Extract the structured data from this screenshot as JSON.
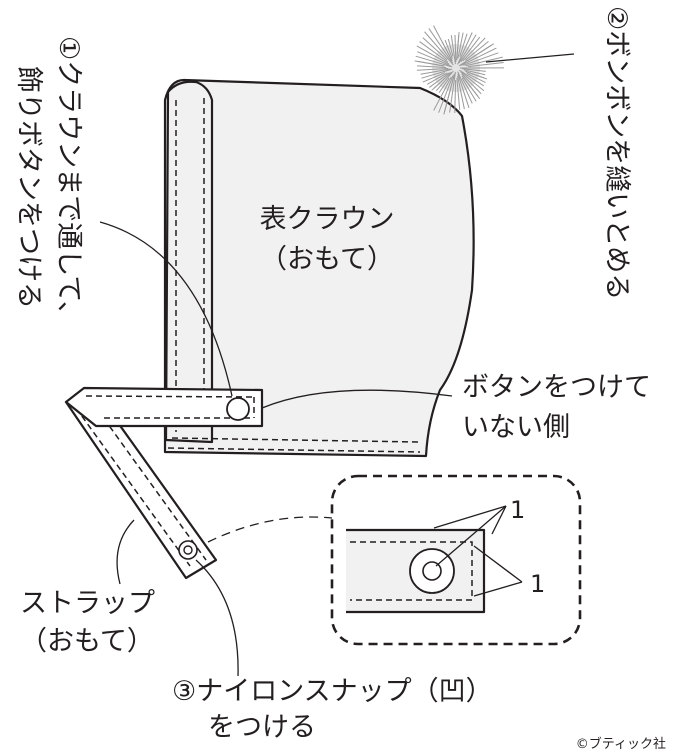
{
  "labels": {
    "crown": [
      "表クラウン",
      "（おもて）"
    ],
    "step1": [
      "①クラウンまで通して、",
      "飾りボタンをつける"
    ],
    "step2": "②ボンボンを縫いとめる",
    "no_button_side": [
      "ボタンをつけて",
      "いない側"
    ],
    "strap": [
      "ストラップ",
      "（おもて）"
    ],
    "step3": [
      "③ナイロンスナップ（凹）",
      "をつける"
    ],
    "dim_a": "1",
    "dim_b": "1",
    "credit": "©ブティック社"
  },
  "colors": {
    "line": "#231f20",
    "fabric": "#f1f1f2",
    "pompom": "#9a9a9a"
  }
}
